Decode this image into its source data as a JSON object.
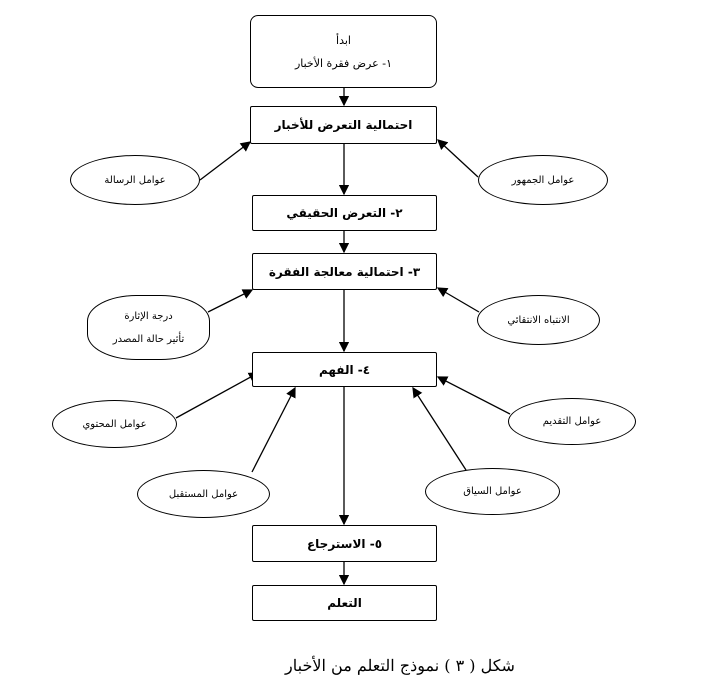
{
  "nodes": {
    "start": {
      "line1": "ابدأ",
      "line2": "١- عرض فقرة الأخبار"
    },
    "exposure_probability": "احتمالية التعرض للأخبار",
    "actual_exposure": "٢- التعرض الحقيقي",
    "processing_probability": "٣- احتمالية معالجة الفقرة",
    "comprehension": "٤- الفهم",
    "retrieval": "٥- الاسترجاع",
    "learning": "التعلم"
  },
  "factors": {
    "message": "عوامل الرسالة",
    "audience": "عوامل الجمهور",
    "arousal": {
      "line1": "درجة الإثارة",
      "line2": "تأثير حالة المصدر"
    },
    "selective_attention": "الانتباه الانتقائي",
    "content": "عوامل المحتوي",
    "presentation": "عوامل التقديم",
    "receiver": "عوامل المستقبل",
    "context": "عوامل السياق"
  },
  "caption": "شكل ( ٣ ) نموذج التعلم من الأخبار"
}
